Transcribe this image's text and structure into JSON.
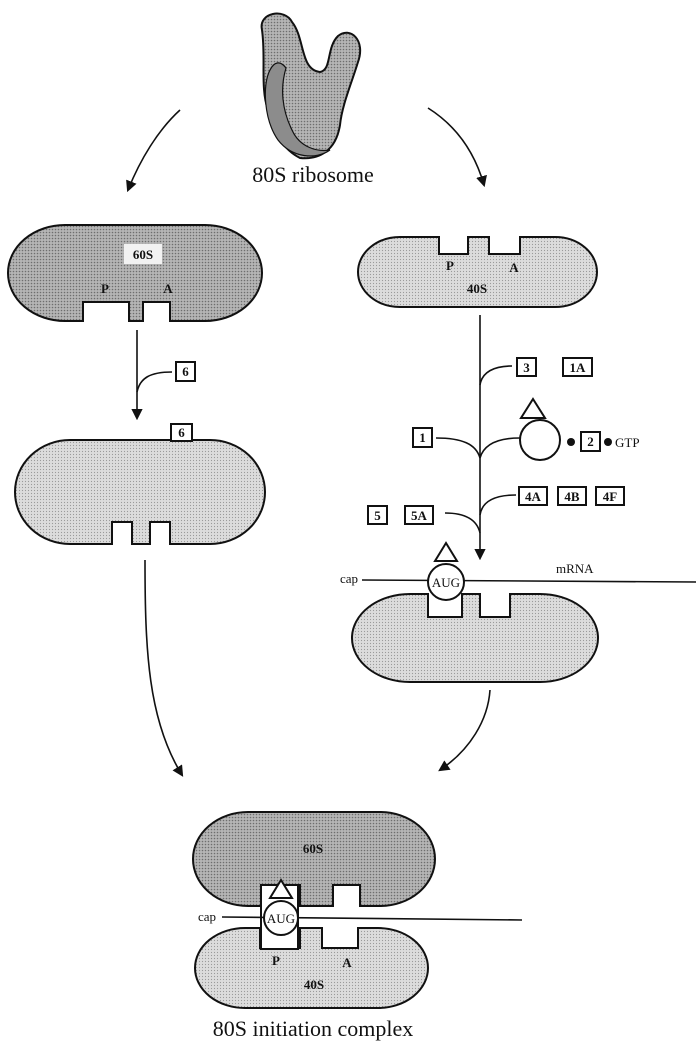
{
  "ribosome_80s_label": "80S ribosome",
  "subunit_60s": {
    "label": "60S",
    "p_site": "P",
    "a_site": "A"
  },
  "subunit_40s": {
    "label": "40S",
    "p_site": "P",
    "a_site": "A"
  },
  "factors_left": {
    "factor_6": "6"
  },
  "factors_right": {
    "step1": [
      "3",
      "1A"
    ],
    "step2_left": "1",
    "step2_right": "2",
    "gtp": "GTP",
    "step3_left": [
      "5",
      "5A"
    ],
    "step3_right": [
      "4A",
      "4B",
      "4F"
    ]
  },
  "mrna": {
    "cap": "cap",
    "codon": "AUG",
    "label": "mRNA"
  },
  "complex": {
    "label_60s": "60S",
    "label_40s": "40S",
    "p_site": "P",
    "a_site": "A",
    "cap": "cap",
    "codon": "AUG",
    "title": "80S initiation complex"
  },
  "colors": {
    "dark_fill": "#a8a8a8",
    "light_fill": "#d9d9d9",
    "outline": "#111111"
  }
}
